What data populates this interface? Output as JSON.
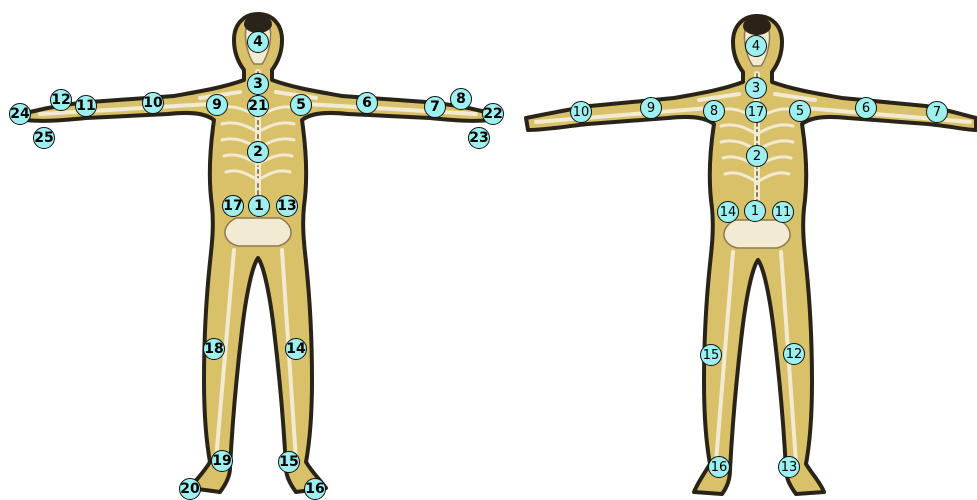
{
  "colors": {
    "skin": "#d9c16a",
    "skin_shadow": "#b99f44",
    "outline": "#2a2418",
    "bone": "#f3ead2",
    "bone_shadow": "#8a7a55",
    "marker_fill": "#9ef0f0",
    "marker_stroke": "#111111"
  },
  "figures": [
    {
      "name": "left-skeleton",
      "style": "bold",
      "joints": [
        "1",
        "2",
        "3",
        "4",
        "5",
        "6",
        "7",
        "8",
        "9",
        "10",
        "11",
        "12",
        "13",
        "14",
        "15",
        "16",
        "17",
        "18",
        "19",
        "20",
        "21",
        "22",
        "23",
        "24",
        "25"
      ]
    },
    {
      "name": "right-skeleton",
      "style": "regular",
      "joints": [
        "1",
        "2",
        "3",
        "4",
        "5",
        "6",
        "7",
        "8",
        "9",
        "10",
        "11",
        "12",
        "13",
        "14",
        "15",
        "16",
        "17"
      ]
    }
  ]
}
